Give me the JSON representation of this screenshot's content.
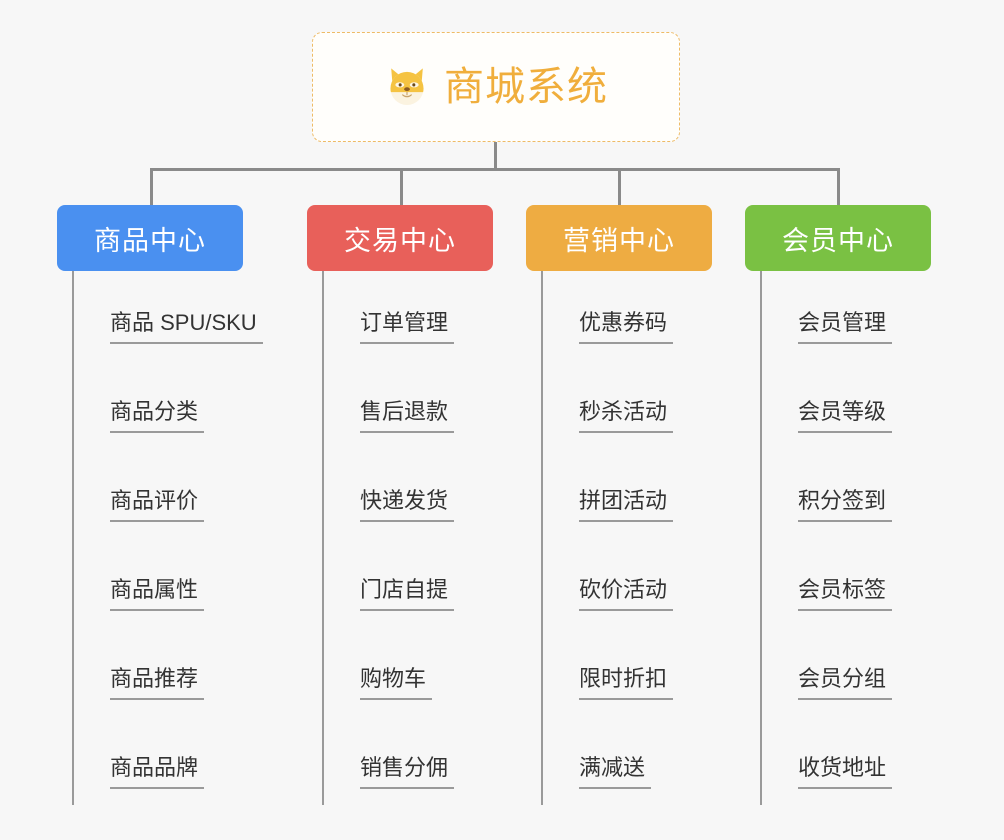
{
  "diagram": {
    "title": "商城系统",
    "type": "organization-chart",
    "background_color": "#f7f7f7"
  },
  "root": {
    "label": "商城系统",
    "icon": "shiba-dog-face-icon",
    "text_color": "#f0ae3c",
    "border_color": "#eebb66",
    "background_color": "#fffefb"
  },
  "connector_color": "#8a8a8a",
  "columns": [
    {
      "title": "商品中心",
      "color": "#4a90f0",
      "items": [
        {
          "label": "商品 SPU/SKU"
        },
        {
          "label": "商品分类"
        },
        {
          "label": "商品评价"
        },
        {
          "label": "商品属性"
        },
        {
          "label": "商品推荐"
        },
        {
          "label": "商品品牌"
        }
      ]
    },
    {
      "title": "交易中心",
      "color": "#e8605a",
      "items": [
        {
          "label": "订单管理"
        },
        {
          "label": "售后退款"
        },
        {
          "label": "快递发货"
        },
        {
          "label": "门店自提"
        },
        {
          "label": "购物车"
        },
        {
          "label": "销售分佣"
        }
      ]
    },
    {
      "title": "营销中心",
      "color": "#eeac42",
      "items": [
        {
          "label": "优惠券码"
        },
        {
          "label": "秒杀活动"
        },
        {
          "label": "拼团活动"
        },
        {
          "label": "砍价活动"
        },
        {
          "label": "限时折扣"
        },
        {
          "label": "满减送"
        }
      ]
    },
    {
      "title": "会员中心",
      "color": "#7ac143",
      "items": [
        {
          "label": "会员管理"
        },
        {
          "label": "会员等级"
        },
        {
          "label": "积分签到"
        },
        {
          "label": "会员标签"
        },
        {
          "label": "会员分组"
        },
        {
          "label": "收货地址"
        }
      ]
    }
  ]
}
